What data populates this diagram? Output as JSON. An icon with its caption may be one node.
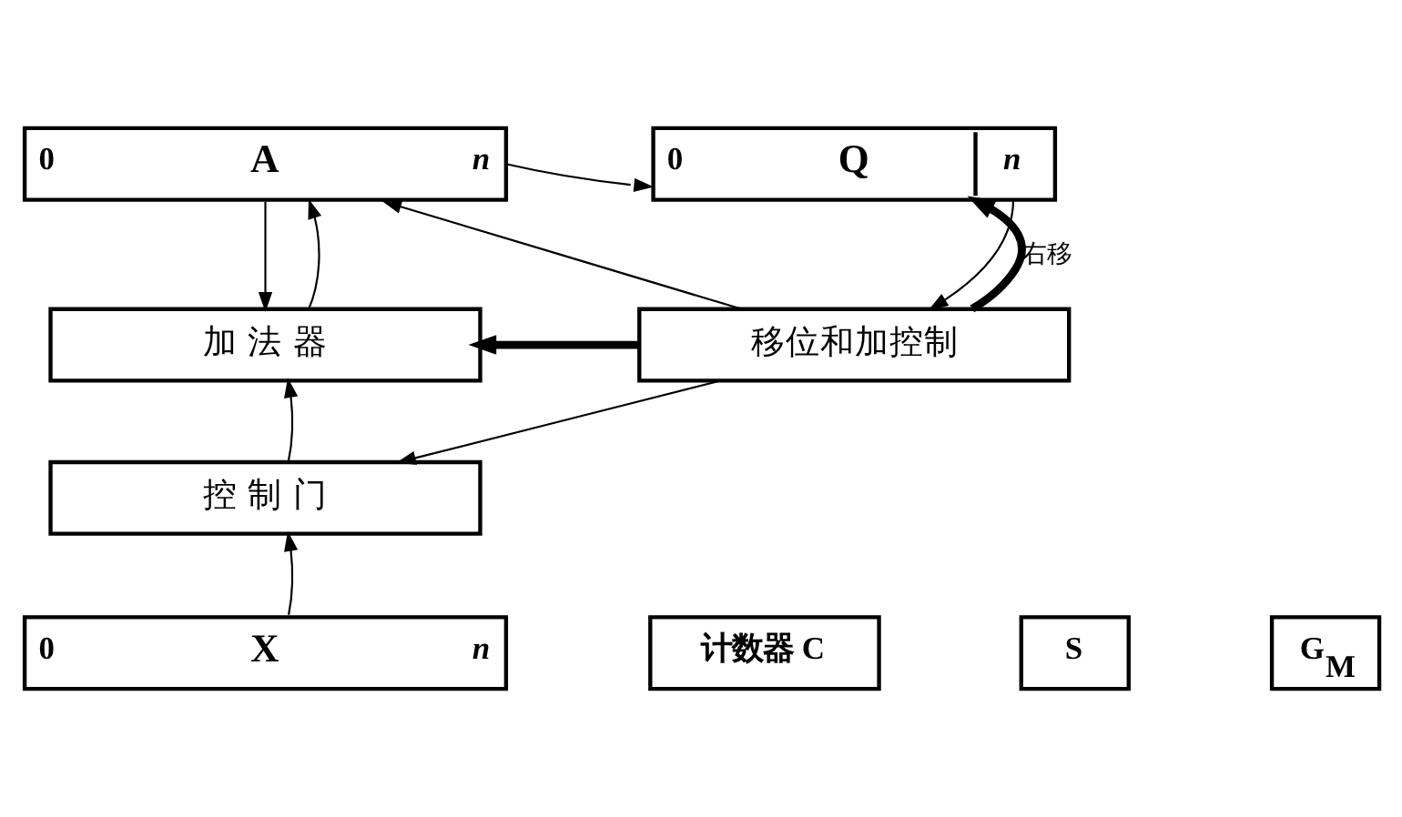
{
  "diagram": {
    "nodes": [
      {
        "text": [
          "0",
          "A",
          "n"
        ]
      },
      {
        "text": [
          "0",
          "Q",
          "n"
        ]
      },
      {
        "text": [
          "加 法 器"
        ]
      },
      {
        "text": [
          "移位和加控制"
        ]
      },
      {
        "text": [
          "控 制 门"
        ]
      },
      {
        "text": [
          "0",
          "X",
          "n"
        ]
      },
      {
        "text": [
          "计数器 C"
        ]
      },
      {
        "text": [
          "S"
        ]
      },
      {
        "text": [
          "G$_{M}$"
        ]
      }
    ],
    "edges": [
      {
        "from": 0,
        "to": 1,
        "arrow": "to"
      },
      {
        "from": 1,
        "to": 3,
        "arrow": "to"
      },
      {
        "from": 0,
        "to": 2,
        "arrow": "to"
      },
      {
        "from": 2,
        "to": 0,
        "arrow": "to"
      },
      {
        "from": 3,
        "to": 0,
        "arrow": "to"
      },
      {
        "from": 3,
        "to": 1,
        "arrow": "to",
        "label": "右移",
        "style": "thick"
      },
      {
        "from": 3,
        "to": 2,
        "arrow": "to",
        "style": "thick"
      },
      {
        "from": 3,
        "to": 4,
        "arrow": "to"
      },
      {
        "from": 4,
        "to": 2,
        "arrow": "to"
      },
      {
        "from": 5,
        "to": 4,
        "arrow": "to"
      }
    ]
  }
}
